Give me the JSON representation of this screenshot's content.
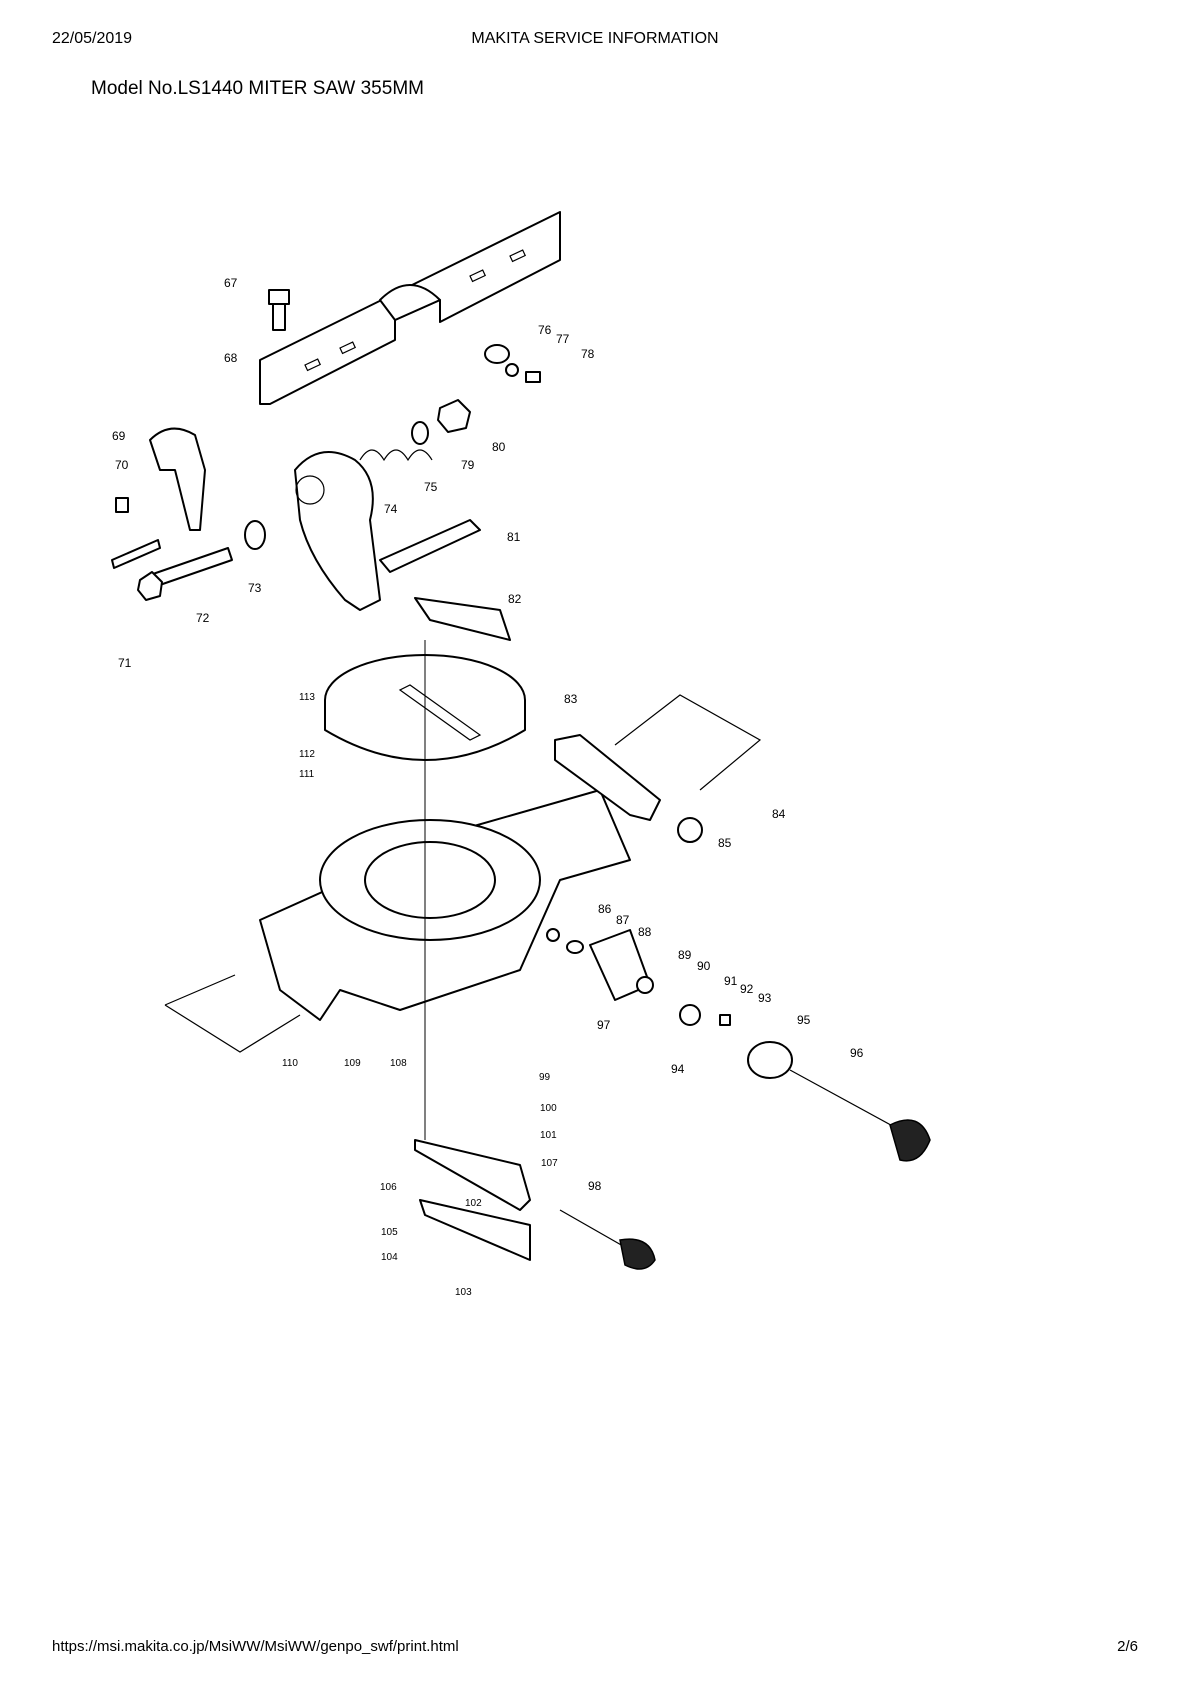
{
  "header": {
    "date": "22/05/2019",
    "title": "MAKITA SERVICE INFORMATION"
  },
  "model_title": "Model No.LS1440 MITER SAW 355MM",
  "footer": {
    "url": "https://msi.makita.co.jp/MsiWW/MsiWW/genpo_swf/print.html",
    "page": "2/6"
  },
  "part_labels": [
    "67",
    "68",
    "69",
    "70",
    "71",
    "72",
    "73",
    "74",
    "75",
    "76",
    "77",
    "78",
    "79",
    "80",
    "81",
    "82",
    "83",
    "84",
    "85",
    "86",
    "87",
    "88",
    "89",
    "90",
    "91",
    "92",
    "93",
    "94",
    "95",
    "96",
    "97",
    "98",
    "99",
    "100",
    "101",
    "102",
    "103",
    "104",
    "105",
    "106",
    "107",
    "108",
    "109",
    "110",
    "111",
    "112",
    "113"
  ]
}
